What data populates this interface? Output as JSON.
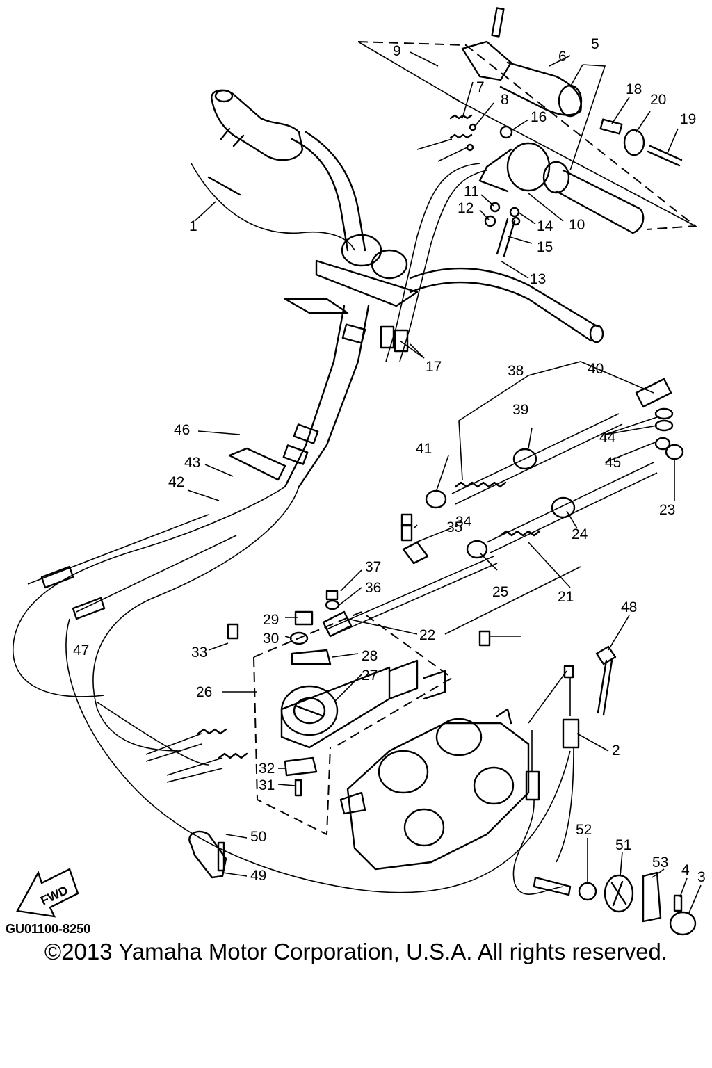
{
  "diagram": {
    "callouts": [
      "1",
      "2",
      "3",
      "4",
      "5",
      "6",
      "7",
      "8",
      "9",
      "10",
      "11",
      "12",
      "13",
      "14",
      "15",
      "16",
      "17",
      "18",
      "19",
      "20",
      "21",
      "22",
      "23",
      "24",
      "25",
      "26",
      "27",
      "28",
      "29",
      "30",
      "31",
      "32",
      "33",
      "34",
      "35",
      "36",
      "37",
      "38",
      "39",
      "40",
      "41",
      "42",
      "43",
      "44",
      "45",
      "46",
      "47",
      "48",
      "49",
      "50",
      "51",
      "52",
      "53"
    ],
    "fwd_label": "FWD",
    "code": "GU01100-8250"
  },
  "footer": {
    "copyright": "©2013 Yamaha Motor Corporation, U.S.A. All rights reserved."
  }
}
